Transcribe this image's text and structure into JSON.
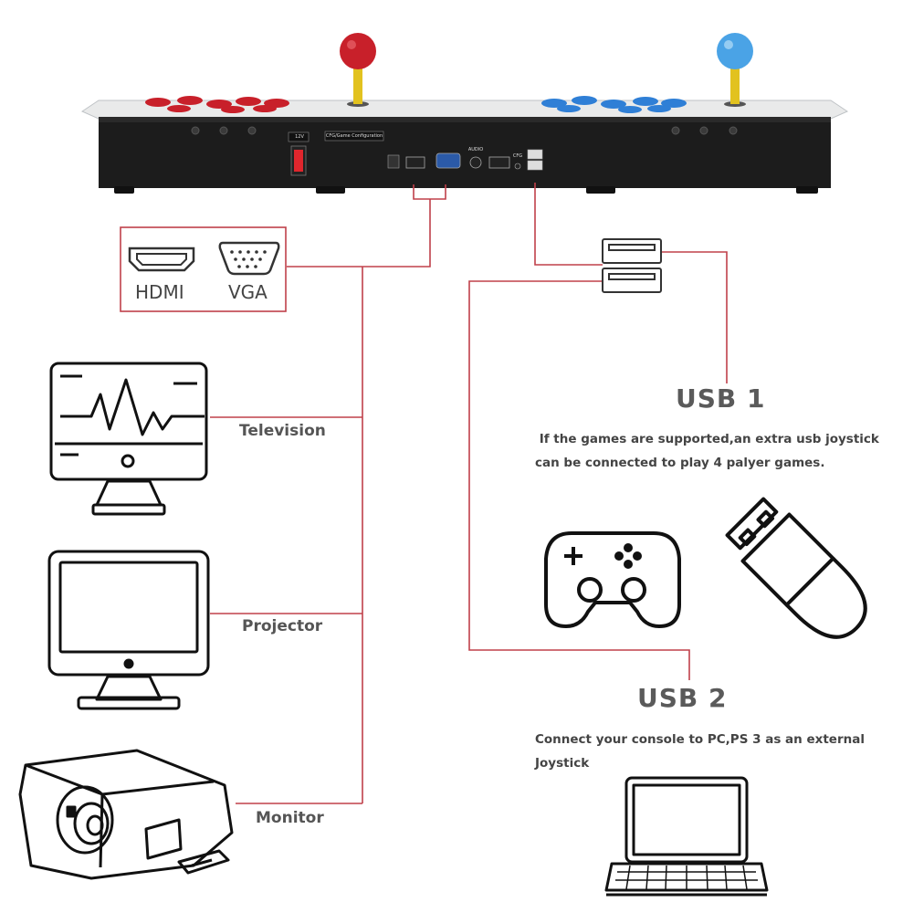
{
  "ports": {
    "hdmi": "HDMI",
    "vga": "VGA"
  },
  "console_panel": {
    "cfg_label": "CFG/Game Configuration",
    "power_label": "12V",
    "audio_label": "AUDIO",
    "cfg_small": "CFG"
  },
  "outputs": {
    "television": "Television",
    "projector": "Projector",
    "monitor": "Monitor"
  },
  "usb1": {
    "title": "USB 1",
    "desc_line1": " If the games are supported,an extra usb joystick",
    "desc_line2": "can be connected to play 4 palyer games."
  },
  "usb2": {
    "title": "USB 2",
    "desc_line1": "Connect your console to PC,PS 3 as an external",
    "desc_line2": "Joystick"
  },
  "colors": {
    "connector_line": "#c0404a",
    "red_button": "#c8202a",
    "blue_button": "#2f7fd6",
    "console_body": "#1a1a1a",
    "icon_stroke": "#111111",
    "text": "#555555"
  },
  "icons": [
    "hdmi-port-icon",
    "vga-port-icon",
    "television-icon",
    "monitor-icon",
    "projector-icon",
    "usb-port-icon",
    "gamepad-icon",
    "usb-stick-icon",
    "laptop-icon"
  ]
}
